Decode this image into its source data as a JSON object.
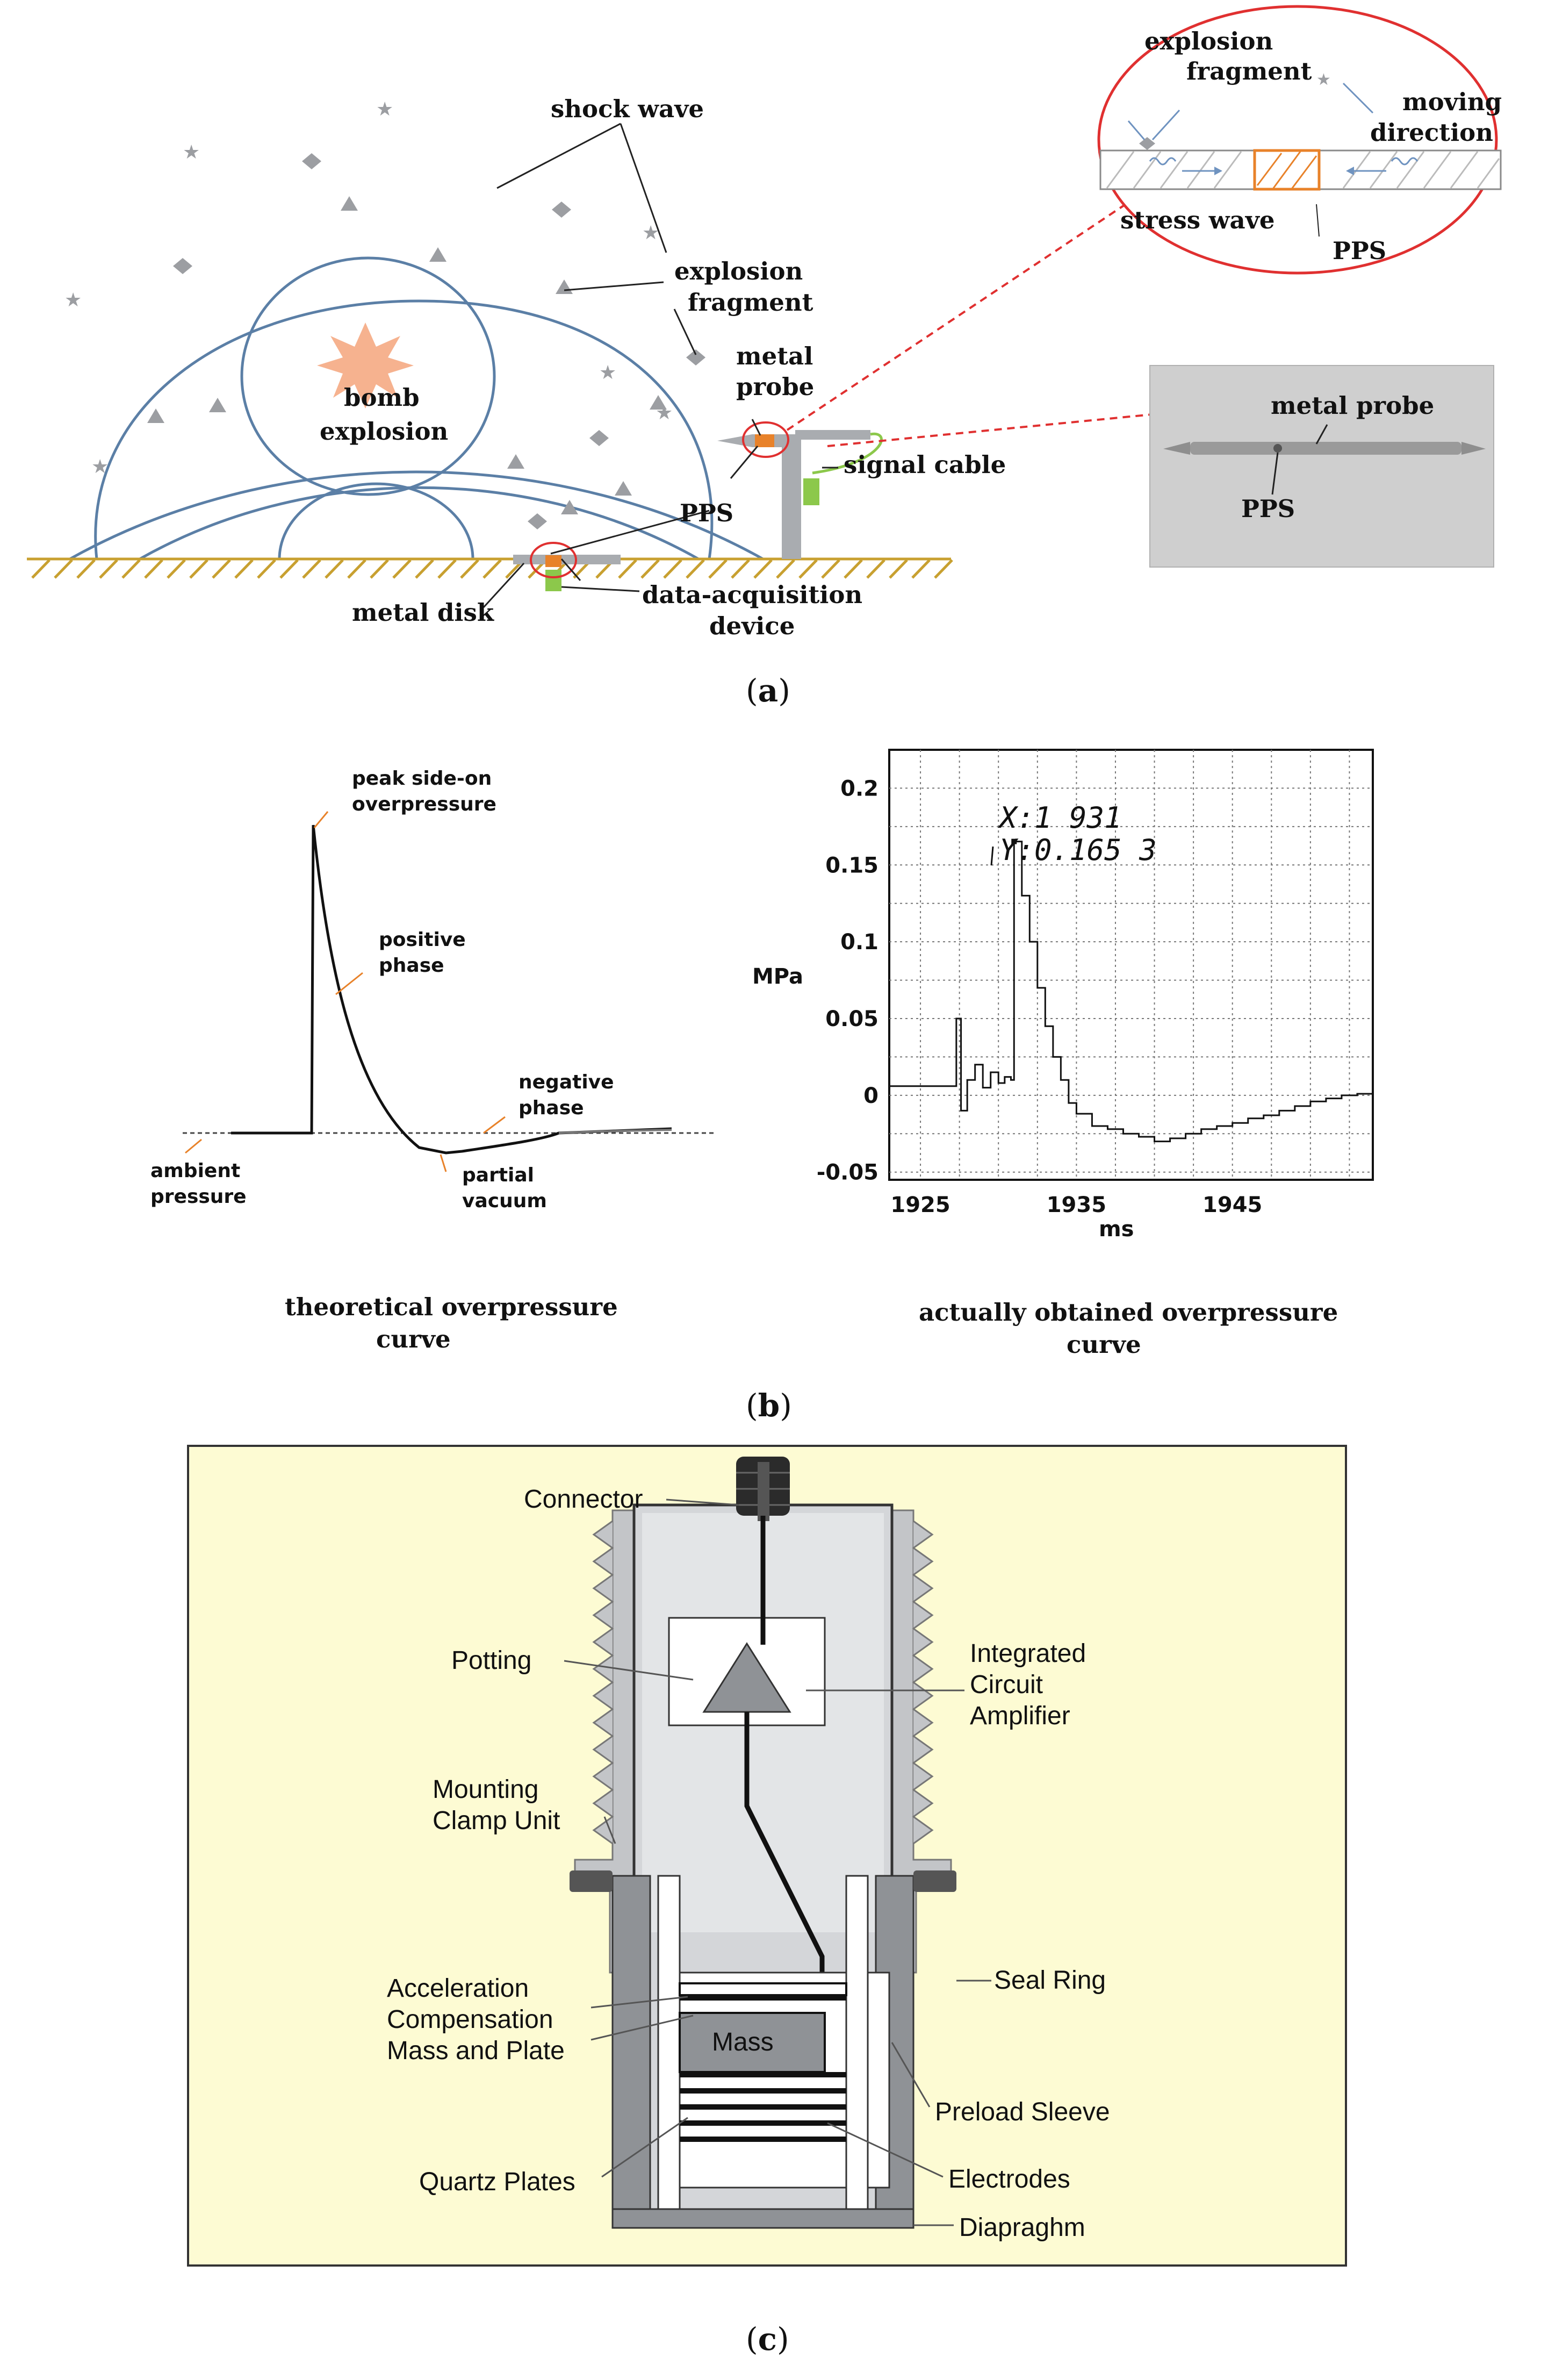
{
  "panel_a": {
    "caption_letter": "a",
    "labels": {
      "shock_wave": "shock wave",
      "explosion_fragment_1": "explosion",
      "explosion_fragment_2": "fragment",
      "bomb_1": "bomb",
      "bomb_2": "explosion",
      "metal_probe_1": "metal",
      "metal_probe_2": "probe",
      "signal_cable": "signal cable",
      "pps": "PPS",
      "metal_disk": "metal disk",
      "daq_1": "data-acquisition",
      "daq_2": "device"
    },
    "inset_circle": {
      "explosion_fragment_1": "explosion",
      "explosion_fragment_2": "fragment",
      "moving_direction_1": "moving",
      "moving_direction_2": "direction",
      "stress_wave": "stress wave",
      "pps": "PPS"
    },
    "photo": {
      "metal_probe": "metal probe",
      "pps": "PPS"
    },
    "colors": {
      "wave": "#5b7fa6",
      "dashed": "#e03030",
      "ground": "#c8a030",
      "pps": "#e8822a",
      "green": "#8cc84b",
      "burst": "#f6b28f"
    }
  },
  "panel_b": {
    "caption_letter": "b",
    "theoretical": {
      "labels": {
        "peak_1": "peak side-on",
        "peak_2": "overpressure",
        "positive_1": "positive",
        "positive_2": "phase",
        "negative_1": "negative",
        "negative_2": "phase",
        "ambient_1": "ambient",
        "ambient_2": "pressure",
        "vacuum_1": "partial",
        "vacuum_2": "vacuum"
      },
      "caption_1": "theoretical overpressure",
      "caption_2": "curve"
    },
    "actual": {
      "caption_1": "actually obtained overpressure",
      "caption_2": "curve"
    }
  },
  "chart_data": {
    "type": "line",
    "xlabel": "ms",
    "ylabel": "MPa",
    "xlim": [
      1923,
      1954
    ],
    "ylim": [
      -0.055,
      0.225
    ],
    "x_ticks": [
      1925,
      1935,
      1945
    ],
    "y_ticks": [
      0.2,
      0.15,
      0.1,
      0.05,
      0,
      -0.05
    ],
    "y_tick_labels": [
      "0.2",
      "0.15",
      "0.1",
      "0.05",
      "0",
      "-0.05"
    ],
    "grid": true,
    "annotation": {
      "x_text": "X:1 931",
      "y_text": "Y:0.165 3",
      "x": 1931,
      "y": 0.1653
    },
    "series": [
      {
        "x": [
          1923,
          1927,
          1927.3,
          1927.6,
          1928,
          1928.5,
          1929,
          1929.5,
          1930,
          1930.4,
          1930.8,
          1931,
          1931.5,
          1932,
          1932.5,
          1933,
          1933.5,
          1934,
          1934.5,
          1935,
          1936,
          1937,
          1938,
          1939,
          1940,
          1941,
          1942,
          1943,
          1944,
          1945,
          1946,
          1947,
          1948,
          1949,
          1950,
          1951,
          1952,
          1953,
          1954
        ],
        "values": [
          0.006,
          0.006,
          0.05,
          -0.01,
          0.01,
          0.02,
          0.005,
          0.015,
          0.008,
          0.012,
          0.01,
          0.1653,
          0.13,
          0.1,
          0.07,
          0.045,
          0.025,
          0.01,
          -0.005,
          -0.012,
          -0.02,
          -0.022,
          -0.025,
          -0.027,
          -0.03,
          -0.028,
          -0.025,
          -0.022,
          -0.02,
          -0.018,
          -0.015,
          -0.013,
          -0.01,
          -0.007,
          -0.004,
          -0.002,
          0.0,
          0.001,
          0.002
        ]
      }
    ]
  },
  "panel_c": {
    "caption_letter": "c",
    "labels": {
      "connector": "Connector",
      "potting": "Potting",
      "ic_1": "Integrated",
      "ic_2": "Circuit",
      "ic_3": "Amplifier",
      "mount_1": "Mounting",
      "mount_2": "Clamp Unit",
      "seal_ring": "Seal Ring",
      "accel_1": "Acceleration",
      "accel_2": "Compensation",
      "accel_3": "Mass and Plate",
      "mass": "Mass",
      "preload": "Preload Sleeve",
      "quartz": "Quartz Plates",
      "electrodes": "Electrodes",
      "diaphragm": "Diapraghm"
    },
    "colors": {
      "background": "#fdfbd3",
      "body": "#d4d6d9",
      "dark": "#8f9296"
    }
  }
}
